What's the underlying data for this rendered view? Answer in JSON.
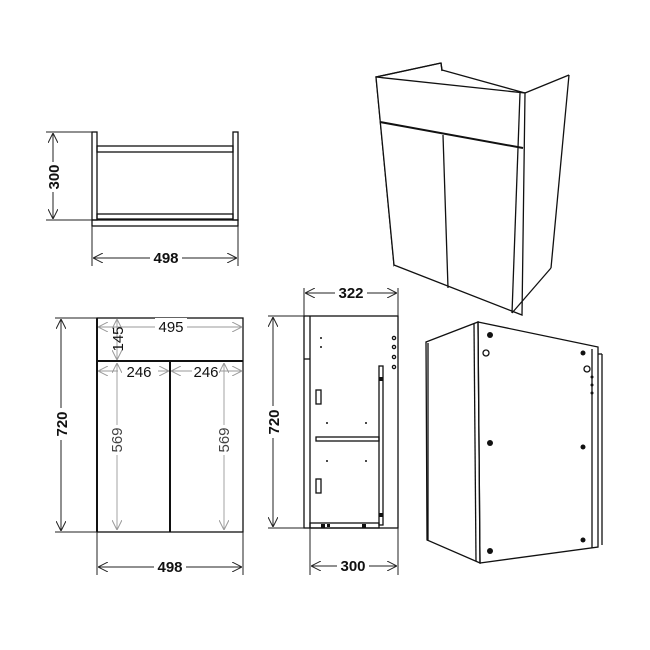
{
  "dimensions": {
    "top_view": {
      "depth": "300",
      "width": "498"
    },
    "front_view": {
      "height": "720",
      "inner_width": "495",
      "drawer_height": "145",
      "door_width_left": "246",
      "door_width_right": "246",
      "door_height_left": "569",
      "door_height_right": "569",
      "width": "498"
    },
    "side_view": {
      "height": "720",
      "depth_total": "322",
      "depth_carcass": "300"
    }
  }
}
